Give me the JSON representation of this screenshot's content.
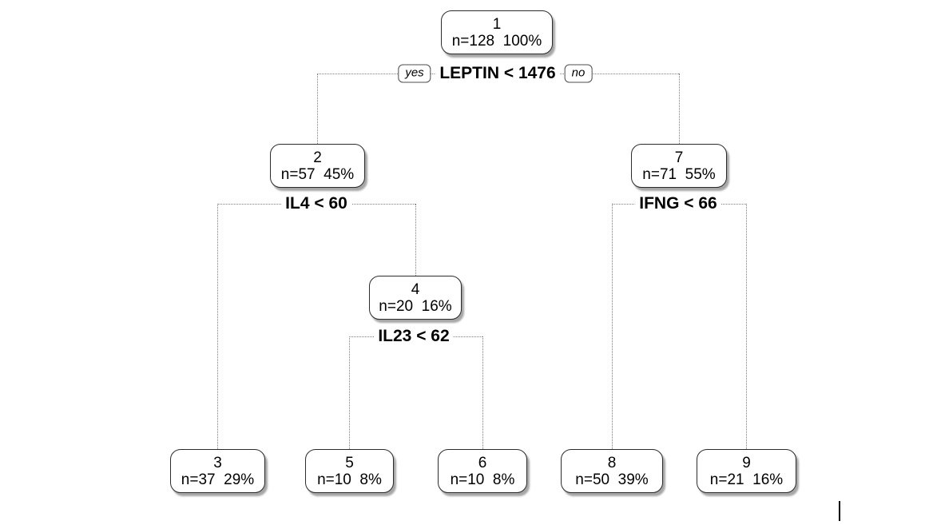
{
  "diagram": {
    "type": "decision-tree",
    "nodes": [
      {
        "id": "1",
        "stats": "n=128  100%"
      },
      {
        "id": "2",
        "stats": "n=57  45%"
      },
      {
        "id": "3",
        "stats": "n=37  29%"
      },
      {
        "id": "4",
        "stats": "n=20  16%"
      },
      {
        "id": "5",
        "stats": "n=10  8%"
      },
      {
        "id": "6",
        "stats": "n=10  8%"
      },
      {
        "id": "7",
        "stats": "n=71  55%"
      },
      {
        "id": "8",
        "stats": "n=50  39%"
      },
      {
        "id": "9",
        "stats": "n=21  16%"
      }
    ],
    "splits": [
      {
        "label": "LEPTIN < 1476",
        "at_node": "1"
      },
      {
        "label": "IL4 < 60",
        "at_node": "2"
      },
      {
        "label": "IL23 < 62",
        "at_node": "4"
      },
      {
        "label": "IFNG < 66",
        "at_node": "7"
      }
    ],
    "branch_labels": {
      "yes": "yes",
      "no": "no"
    },
    "colors": {
      "background": "#ffffff",
      "node_fill": "#ffffff",
      "node_border": "#2b2b2b",
      "node_shadow": "#a6a6a6",
      "branch_line": "#7f7f7f",
      "text": "#000000"
    }
  }
}
